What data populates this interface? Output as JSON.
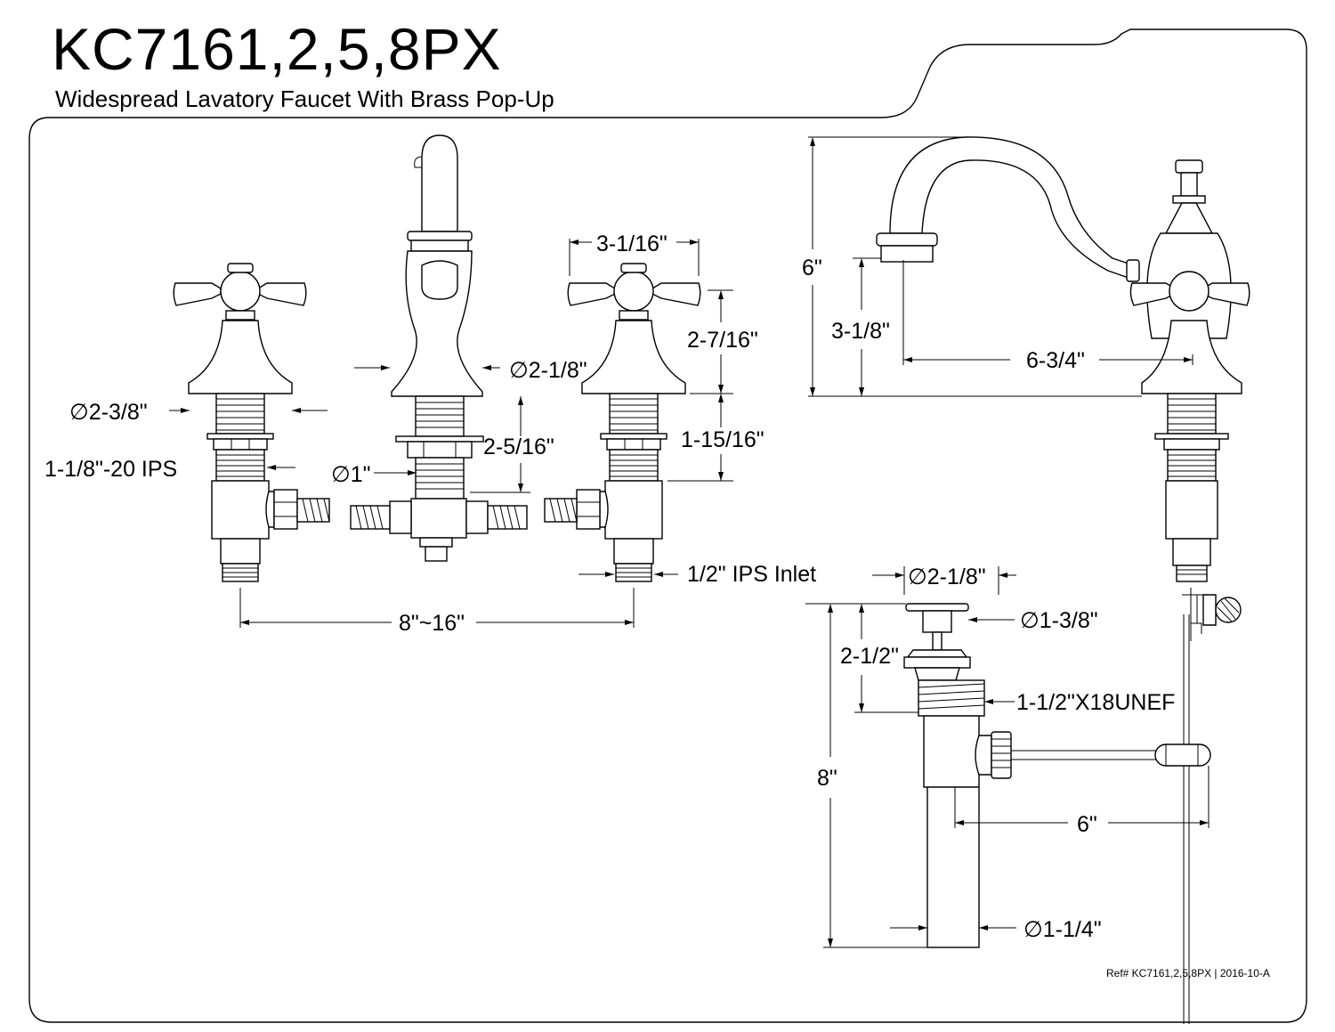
{
  "header": {
    "model": "KC7161,2,5,8PX",
    "description": "Widespread Lavatory Faucet With Brass Pop-Up"
  },
  "dimensions": {
    "handle_width": "3-1/16\"",
    "handle_height": "2-7/16\"",
    "spout_base_dia": "∅2-1/8\"",
    "handle_base_dia": "∅2-3/8\"",
    "shank_length": "1-15/16\"",
    "spout_shank_length": "2-5/16\"",
    "handle_thread": "1-1/8\"-20 IPS",
    "spout_shank_dia": "∅1\"",
    "inlet": "1/2\" IPS Inlet",
    "spread": "8\"~16\"",
    "faucet_height": "6\"",
    "spout_clearance": "3-1/8\"",
    "spout_reach": "6-3/4\"",
    "drain_flange_dia": "∅2-1/8\"",
    "drain_cap_dia": "∅1-3/8\"",
    "drain_flange_height": "2-1/2\"",
    "drain_thread": "1-1/2\"X18UNEF",
    "drain_height": "8\"",
    "lift_rod_reach": "6\"",
    "tailpiece_dia": "∅1-1/4\""
  },
  "footer": {
    "reference": "Ref# KC7161,2,5,8PX | 2016-10-A"
  }
}
